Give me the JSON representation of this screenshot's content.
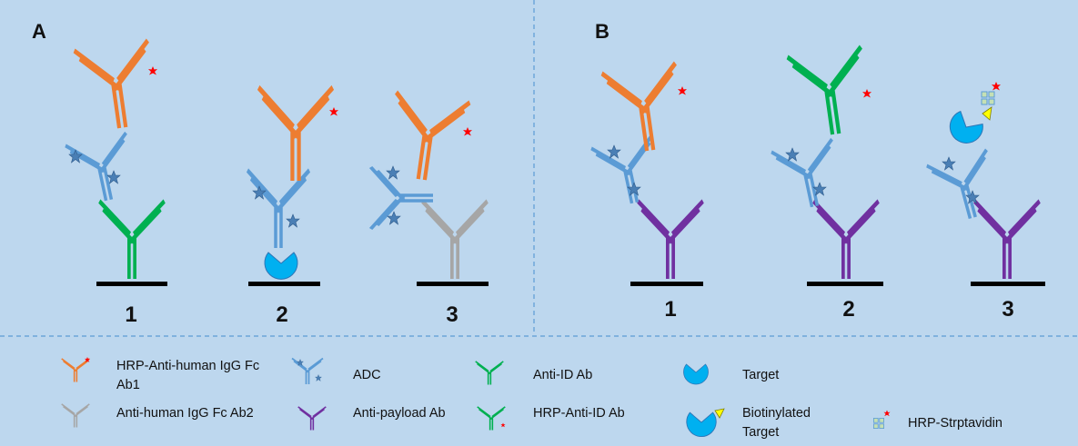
{
  "panels": [
    {
      "label": "A",
      "assays": [
        "1",
        "2",
        "3"
      ]
    },
    {
      "label": "B",
      "assays": [
        "1",
        "2",
        "3"
      ]
    }
  ],
  "legend": [
    {
      "key": "hrp_anti_human",
      "icon": "hrp-anti-human-igg-icon",
      "text": "HRP-Anti-human IgG Fc Ab1"
    },
    {
      "key": "adc",
      "icon": "adc-icon",
      "text": "ADC"
    },
    {
      "key": "anti_id",
      "icon": "anti-id-ab-icon",
      "text": "Anti-ID Ab"
    },
    {
      "key": "target",
      "icon": "target-icon",
      "text": "Target"
    },
    {
      "key": "anti_human",
      "icon": "anti-human-igg-icon",
      "text": "Anti-human IgG Fc Ab2"
    },
    {
      "key": "anti_payload",
      "icon": "anti-payload-ab-icon",
      "text": "Anti-payload Ab"
    },
    {
      "key": "hrp_anti_id",
      "icon": "hrp-anti-id-ab-icon",
      "text": "HRP-Anti-ID Ab"
    },
    {
      "key": "biotinylated_target",
      "icon": "biotinylated-target-icon",
      "text": "Biotinylated Target"
    },
    {
      "key": "hrp_strptavidin",
      "icon": "hrp-strptavidin-icon",
      "text": "HRP-Strptavidin"
    }
  ],
  "colors": {
    "background": "#bdd7ee",
    "orange": "#ed7d31",
    "blue": "#5b9bd5",
    "green": "#00b050",
    "gray": "#a6a6a6",
    "purple": "#7030a0",
    "target": "#00b0f0",
    "hrp": "#ff0000",
    "divider": "#5b9bd5"
  }
}
